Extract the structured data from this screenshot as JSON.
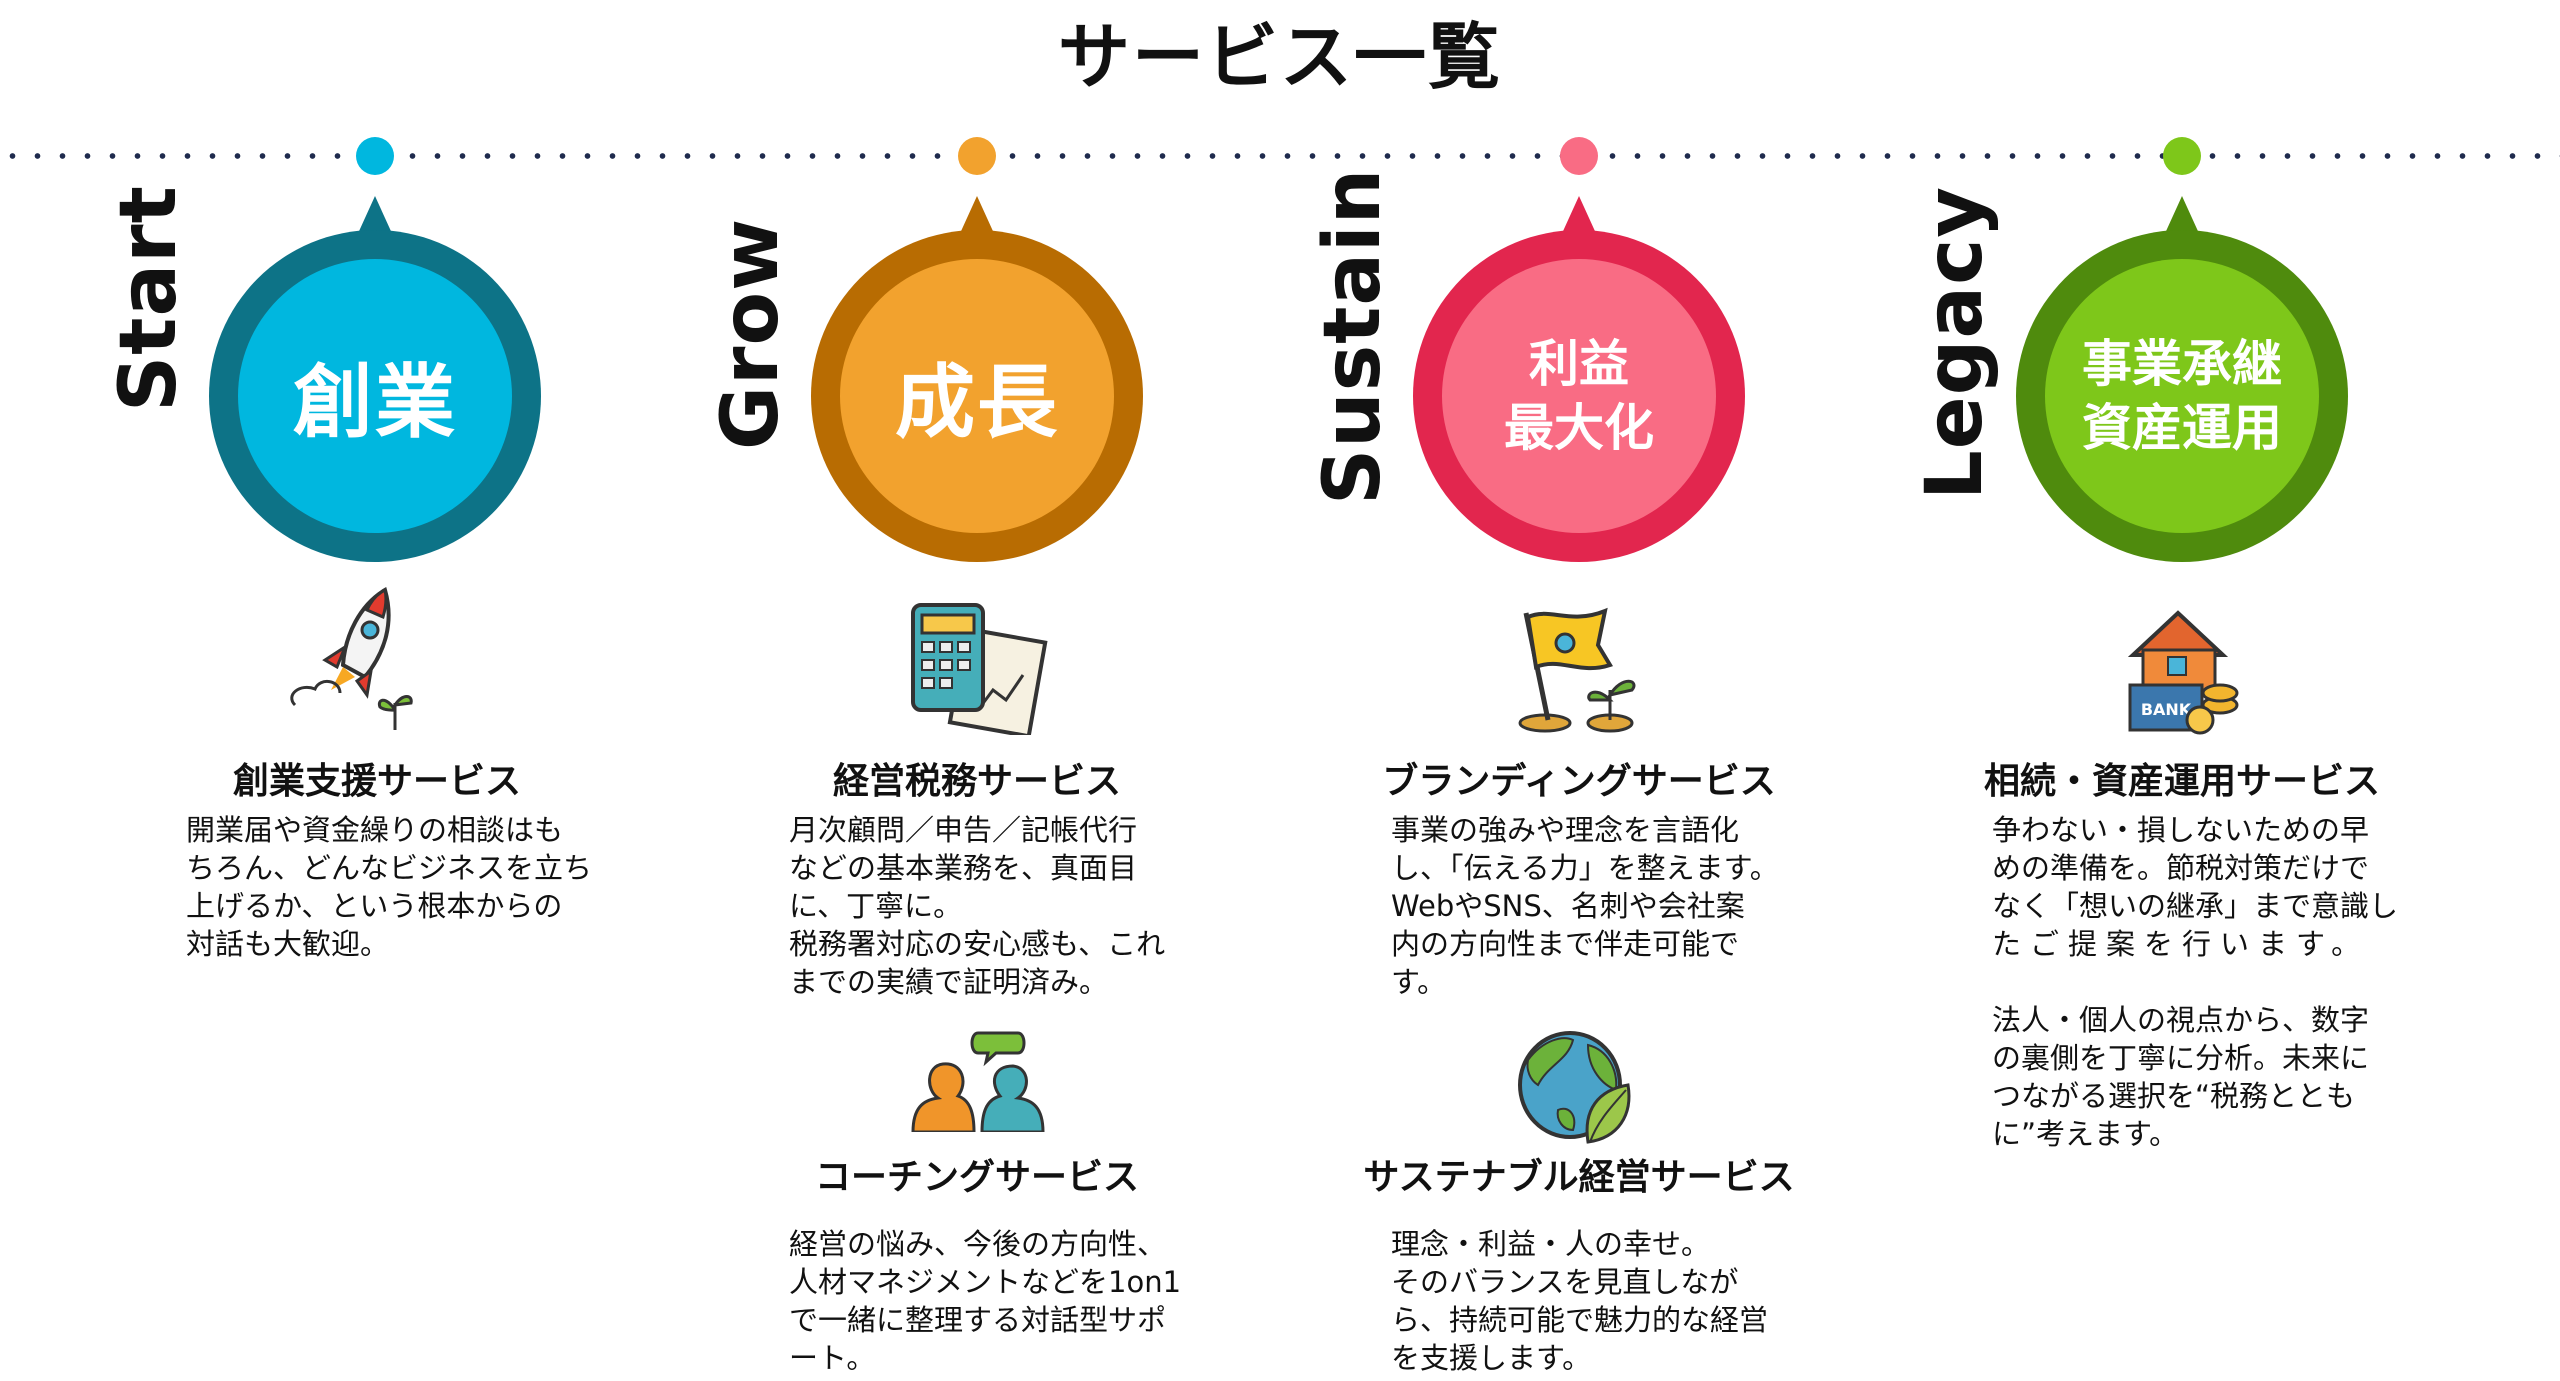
{
  "title": "サービス一覧",
  "colors": {
    "start": "#00b7df",
    "start_ring": "#0d7387",
    "grow": "#f2a22e",
    "grow_ring": "#b86c02",
    "sustain": "#f96c84",
    "sustain_ring": "#e2264e",
    "legacy": "#7ec71a",
    "legacy_ring": "#4f8b0d",
    "dots": "#1f2b4d"
  },
  "stages": [
    {
      "label": "Start",
      "badge": [
        "創業"
      ]
    },
    {
      "label": "Grow",
      "badge": [
        "成長"
      ]
    },
    {
      "label": "Sustain",
      "badge": [
        "利益",
        "最大化"
      ]
    },
    {
      "label": "Legacy",
      "badge": [
        "事業承継",
        "資産運用"
      ]
    }
  ],
  "services": {
    "sogyo": {
      "icon": "rocket-icon",
      "title": "創業支援サービス",
      "lines": [
        "開業届や資金繰りの相談はも",
        "ちろん、どんなビジネスを立ち",
        "上げるか、という根本からの",
        "対話も大歓迎。"
      ]
    },
    "keiei": {
      "icon": "calculator-icon",
      "title": "経営税務サービス",
      "lines": [
        "月次顧問／申告／記帳代行",
        "などの基本業務を、真面目",
        "に、丁寧に。",
        "税務署対応の安心感も、これ",
        "までの実績で証明済み。"
      ]
    },
    "coaching": {
      "icon": "conversation-icon",
      "title": "コーチングサービス",
      "lines": [
        "経営の悩み、今後の方向性、",
        "人材マネジメントなどを1on1",
        "で一緒に整理する対話型サポ",
        "ート。"
      ]
    },
    "branding": {
      "icon": "flag-icon",
      "title": "ブランディングサービス",
      "lines": [
        "事業の強みや理念を言語化",
        "し、「伝える力」を整えます。",
        "WebやSNS、名刺や会社案",
        "内の方向性まで伴走可能で",
        "す。"
      ]
    },
    "sustainable": {
      "icon": "globe-leaf-icon",
      "title": "サステナブル経営サービス",
      "lines": [
        "理念・利益・人の幸せ。",
        "そのバランスを見直しなが",
        "ら、持続可能で魅力的な経営",
        "を支援します。"
      ]
    },
    "legacy": {
      "icon": "bank-house-icon",
      "bank_text": "BANK",
      "title": "相続・資産運用サービス",
      "lines": [
        "争わない・損しないための早",
        "めの準備を。節税対策だけで",
        "なく「想いの継承」まで意識し",
        "たご提案を行います。",
        "",
        "法人・個人の視点から、数字",
        "の裏側を丁寧に分析。未来に",
        "つながる選択を“税務ととも",
        "に”考えます。"
      ]
    }
  }
}
